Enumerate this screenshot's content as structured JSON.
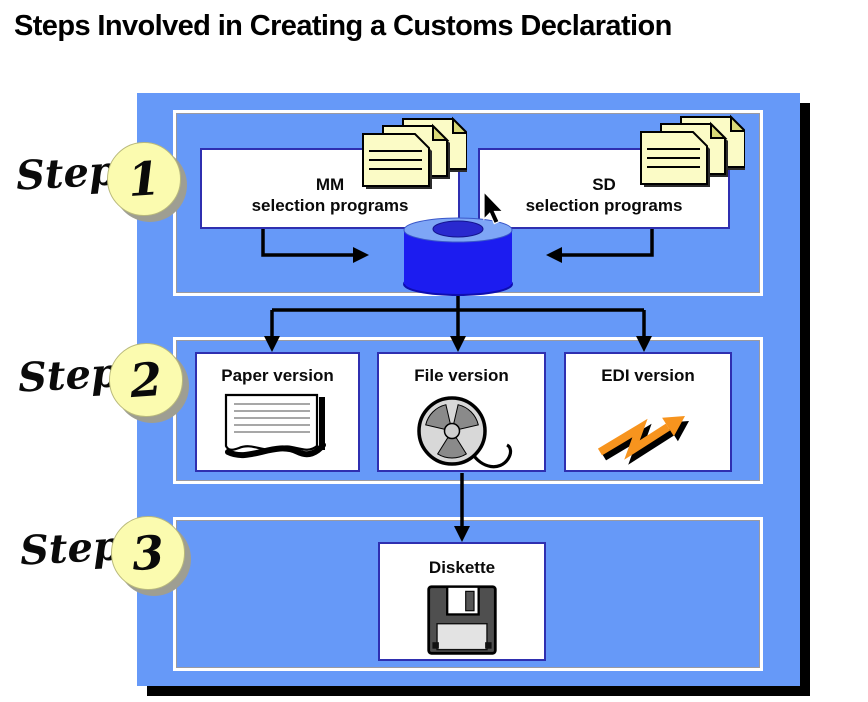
{
  "title": "Steps Involved in Creating a Customs Declaration",
  "steps": [
    {
      "label": "Step",
      "number": "1"
    },
    {
      "label": "Step",
      "number": "2"
    },
    {
      "label": "Step",
      "number": "3"
    }
  ],
  "step1": {
    "boxes": [
      {
        "line1": "MM",
        "line2": "selection programs",
        "icon": "document-stack-icon"
      },
      {
        "line1": "SD",
        "line2": "selection programs",
        "icon": "document-stack-icon"
      }
    ],
    "center_icon": "database-drum-icon",
    "cursor_icon": "mouse-cursor-icon"
  },
  "step2": {
    "boxes": [
      {
        "label": "Paper version",
        "icon": "paper-document-icon"
      },
      {
        "label": "File version",
        "icon": "tape-reel-icon"
      },
      {
        "label": "EDI version",
        "icon": "edi-lightning-icon"
      }
    ]
  },
  "step3": {
    "box": {
      "label": "Diskette",
      "icon": "diskette-icon"
    }
  },
  "colors": {
    "panel_blue": "#6699F8",
    "drum_blue": "#1C1CF0",
    "drum_top": "#7EA6F6",
    "box_border_navy": "#2F2FB0",
    "pale_yellow": "#FBFBAF",
    "edi_orange": "#F7941E",
    "shadow_black": "#000000"
  }
}
